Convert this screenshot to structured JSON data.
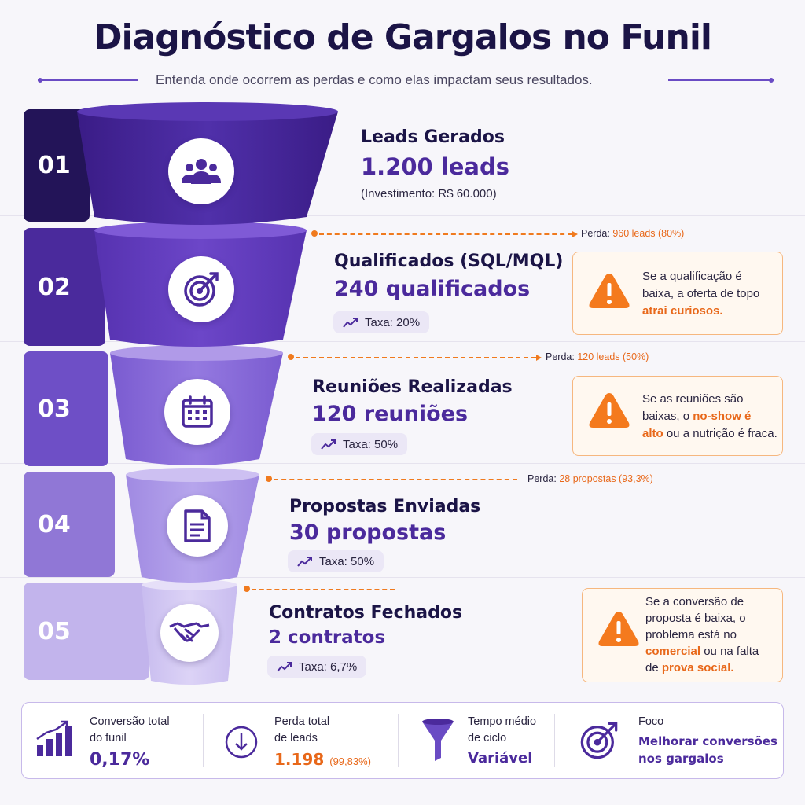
{
  "header": {
    "title": "Diagnóstico de Gargalos no Funil",
    "subtitle": "Entenda onde ocorrem as perdas e como elas impactam seus resultados."
  },
  "colors": {
    "stage1": "#3d1f8f",
    "stage2": "#5b35b8",
    "stage3": "#8262d6",
    "stage4": "#a58ee4",
    "stage5": "#c9bbef",
    "loss_accent": "#f07a1e"
  },
  "stages": [
    {
      "number": "01",
      "title": "Leads Gerados",
      "value": "1.200 leads",
      "note_label": "(Investimento: ",
      "note_value": "R$ 60.000",
      "note_end": ")",
      "icon": "people-icon"
    },
    {
      "number": "02",
      "title": "Qualificados (SQL/MQL)",
      "value": "240 qualificados",
      "rate": "Taxa: 20%",
      "icon": "target-icon"
    },
    {
      "number": "03",
      "title": "Reuniões Realizadas",
      "value": "120 reuniões",
      "rate": "Taxa: 50%",
      "icon": "calendar-icon"
    },
    {
      "number": "04",
      "title": "Propostas Enviadas",
      "value": "30 propostas",
      "rate": "Taxa: 50%",
      "icon": "document-icon"
    },
    {
      "number": "05",
      "title": "Contratos Fechados",
      "value": "2 contratos",
      "rate": "Taxa: 6,7%",
      "icon": "handshake-icon"
    }
  ],
  "losses": [
    {
      "label": "Perda: ",
      "value": "960 leads (80%)"
    },
    {
      "label": "Perda: ",
      "value": "120 leads (50%)"
    },
    {
      "label": "Perda: ",
      "value": "28 propostas (93,3%)"
    }
  ],
  "warnings": [
    {
      "lines": [
        "Se a qualificação é",
        "baixa, a oferta de topo"
      ],
      "highlight": "atrai curiosos."
    },
    {
      "line1": "Se as reuniões são",
      "line2a": "baixas, o ",
      "hl1": "no-show é",
      "hl2": "alto",
      "line3": " ou a nutrição é fraca."
    },
    {
      "line1": "Se a conversão de",
      "line2": "proposta é baixa, o",
      "line3": "problema está no",
      "hl1": "comercial",
      "line4": " ou na falta",
      "line5a": "de ",
      "hl2": "prova social."
    }
  ],
  "summary": [
    {
      "label1": "Conversão total",
      "label2": "do funil",
      "value": "0,17%",
      "icon": "bar-chart-icon"
    },
    {
      "label1": "Perda total",
      "label2": "de leads",
      "value": "1.198",
      "value_suffix": "(99,83%)",
      "icon": "arrow-down-circle-icon"
    },
    {
      "label1": "Tempo médio",
      "label2": "de ciclo",
      "value": "Variável",
      "icon": "funnel-icon"
    },
    {
      "label1": "Foco",
      "value1": "Melhorar conversões",
      "value2": "nos gargalos",
      "icon": "target-icon"
    }
  ]
}
